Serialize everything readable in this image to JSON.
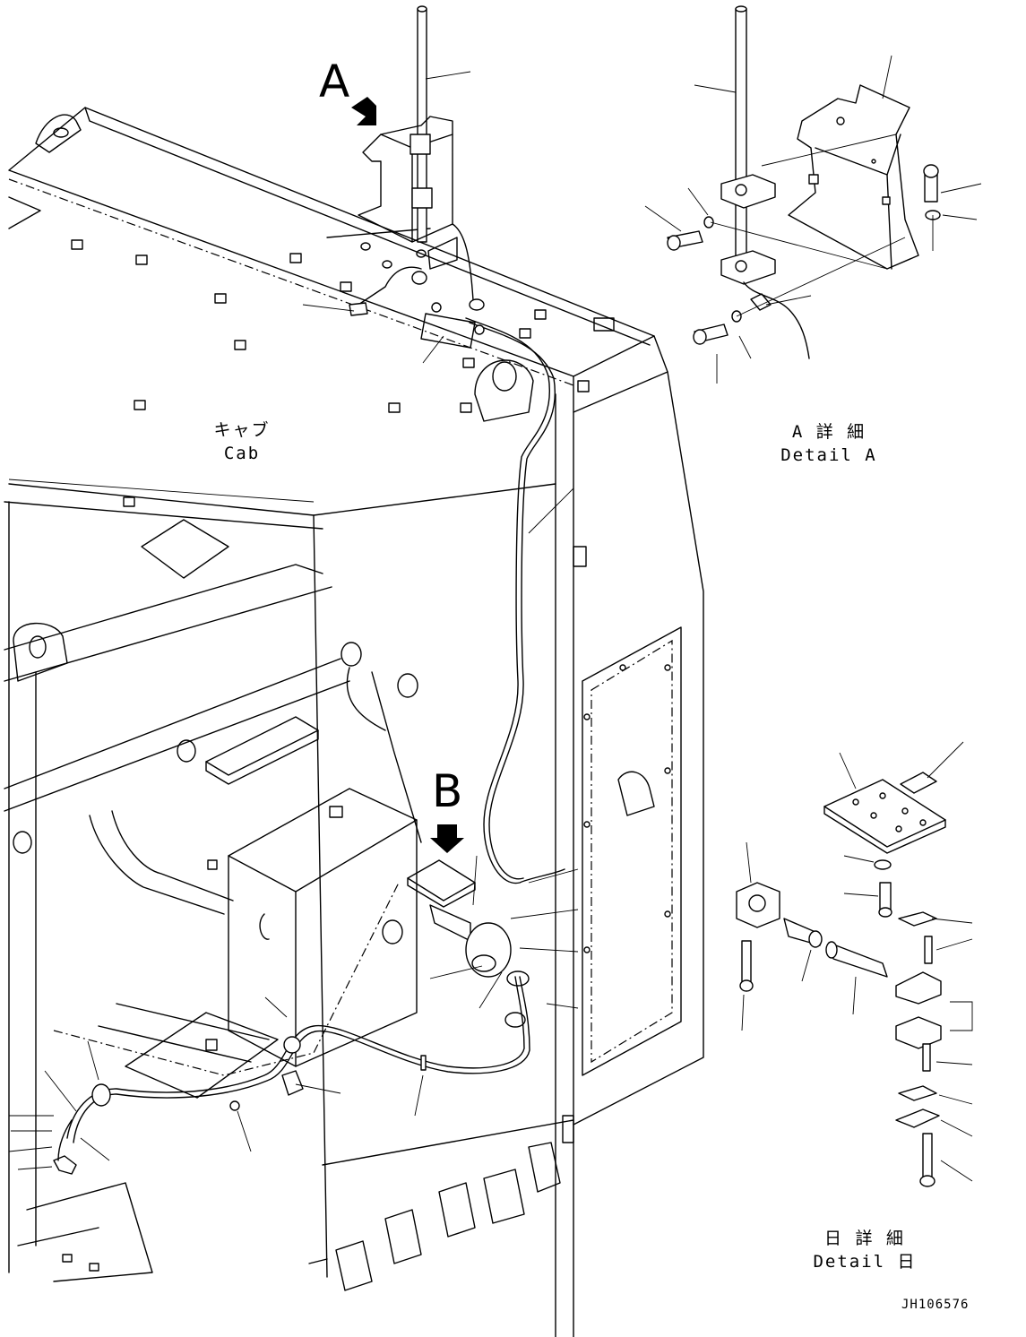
{
  "view_labels": {
    "view_a": "A",
    "view_b": "B"
  },
  "cab_label": {
    "jp": "キャブ",
    "en": "Cab"
  },
  "detail_a": {
    "jp": "A 詳 細",
    "en": "Detail A"
  },
  "detail_b": {
    "jp": "日 詳 細",
    "en": "Detail 日"
  },
  "drawing_code": "JH106576",
  "icons": [
    "view-arrow-a-icon",
    "view-arrow-b-icon"
  ]
}
